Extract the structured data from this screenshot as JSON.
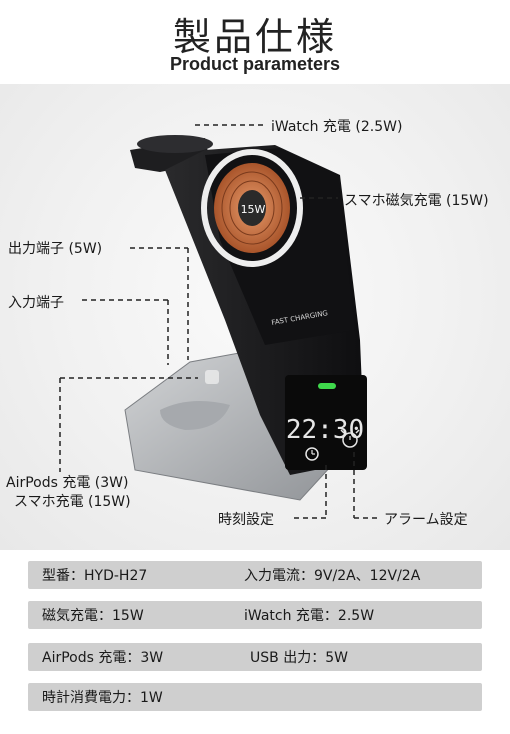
{
  "header": {
    "title_jp": "製品仕様",
    "title_en": "Product parameters"
  },
  "device": {
    "coil_label": "15W",
    "pad_text": "FAST CHARGING",
    "clock_time": "22:30",
    "indicator_color": "#3fd94c",
    "body_color": "#1c1c1e",
    "base_color": "#b9bbbe"
  },
  "callouts": {
    "iwatch": "iWatch 充電 (2.5W)",
    "magnetic": "スマホ磁気充電 (15W)",
    "output_port": "出力端子 (5W)",
    "input_port": "入力端子",
    "airpods_line1": "AirPods 充電 (3W)",
    "airpods_line2": "スマホ充電 (15W)",
    "time_setting": "時刻設定",
    "alarm_setting": "アラーム設定"
  },
  "specs": [
    {
      "left": "型番：HYD-H27",
      "right": "入力電流：9V/2A、12V/2A"
    },
    {
      "left": "磁気充電：15W",
      "right": "iWatch 充電：2.5W"
    },
    {
      "left": "AirPods 充電：3W",
      "right": "USB 出力：5W"
    },
    {
      "left": "時計消費電力：1W",
      "right": ""
    }
  ]
}
